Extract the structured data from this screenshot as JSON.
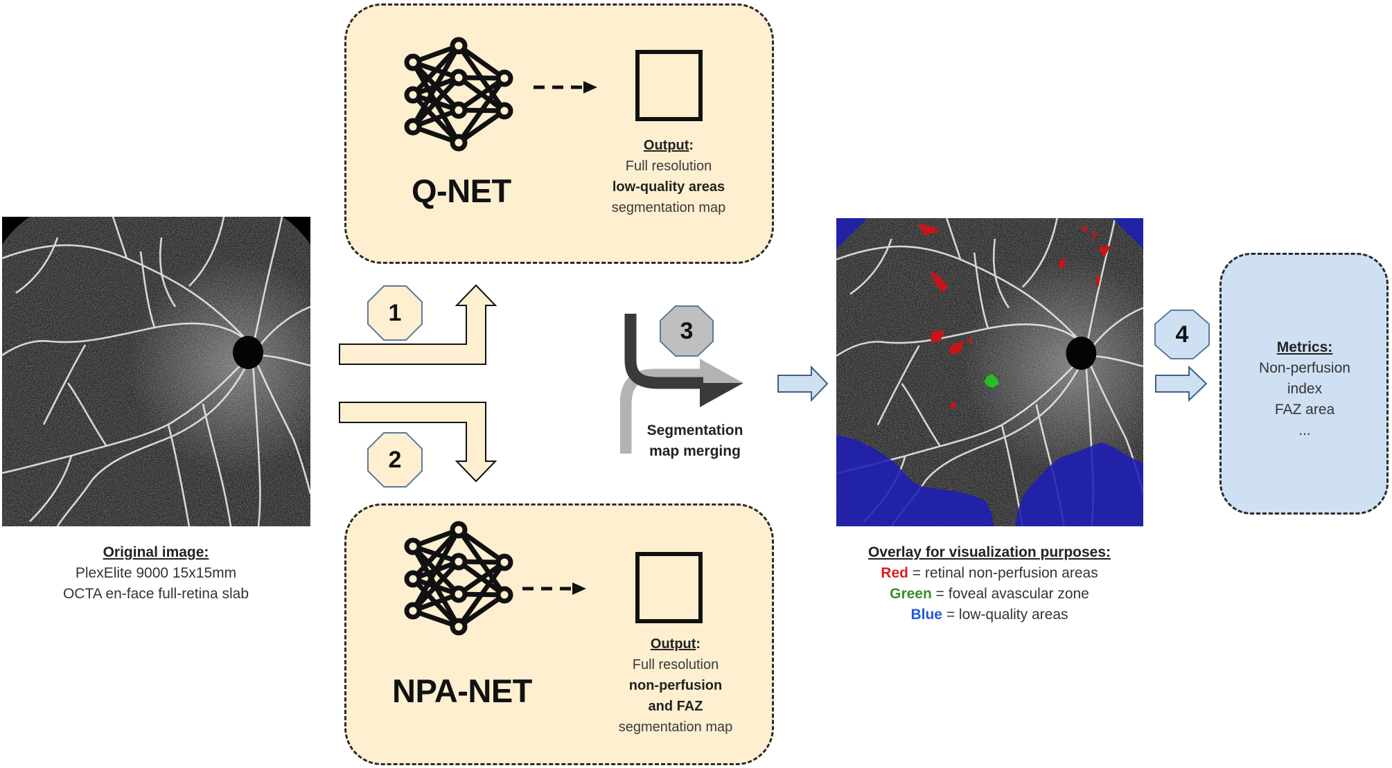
{
  "original": {
    "title": "Original image:",
    "lines": [
      "PlexElite 9000 15x15mm",
      "OCTA en-face full-retina slab"
    ]
  },
  "qnet": {
    "name": "Q-NET",
    "output_title": "Output",
    "output_colon": ":",
    "lines": [
      {
        "text": "Full resolution",
        "bold": false
      },
      {
        "text": "low-quality areas",
        "bold": true
      },
      {
        "text": "segmentation map",
        "bold": false
      }
    ]
  },
  "npanet": {
    "name": "NPA-NET",
    "output_title": "Output",
    "output_colon": ":",
    "lines": [
      {
        "text": "Full resolution",
        "bold": false
      },
      {
        "text": "non-perfusion",
        "bold": true
      },
      {
        "text": "and FAZ",
        "bold": true
      },
      {
        "text": "segmentation map",
        "bold": false
      }
    ]
  },
  "steps": {
    "step1": "1",
    "step2": "2",
    "step3": "3",
    "step4": "4"
  },
  "merge": {
    "lines": [
      "Segmentation",
      "map merging"
    ]
  },
  "overlay": {
    "title": "Overlay for visualization purposes:",
    "legend": [
      {
        "color_word": "Red",
        "desc": " = retinal non-perfusion areas",
        "color": "#d42020"
      },
      {
        "color_word": "Green",
        "desc": " = foveal avascular zone",
        "color": "#3c8a2e"
      },
      {
        "color_word": "Blue",
        "desc": " = low-quality areas",
        "color": "#2458d6"
      }
    ]
  },
  "metrics": {
    "title": "Metrics:",
    "lines": [
      "Non-perfusion",
      "index",
      "FAZ area",
      "..."
    ]
  },
  "colors": {
    "net_panel": "#fdefcf",
    "metrics_panel": "#cfe0f3",
    "badge_outline": "#5b7a99",
    "merge_dark": "#3a3a3c",
    "merge_light": "#b3b3b3",
    "overlay_red": "#c8141a",
    "overlay_green": "#22c022",
    "overlay_blue": "#1e1eb4"
  }
}
